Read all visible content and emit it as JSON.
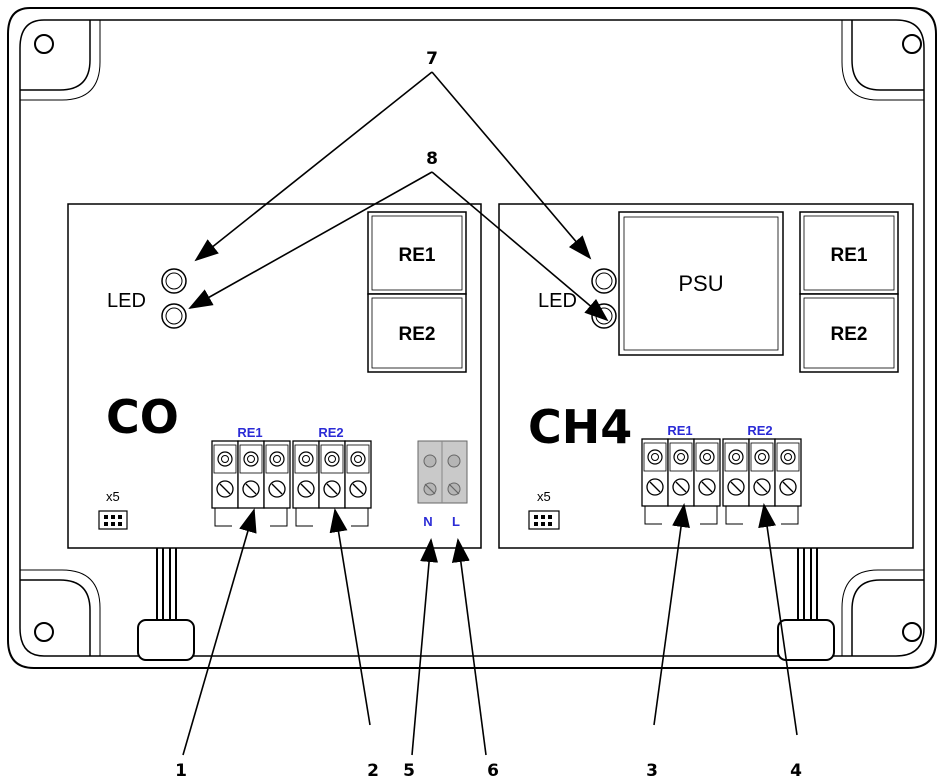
{
  "boards": {
    "left": {
      "title": "CO",
      "led_label": "LED",
      "relay_1": "RE1",
      "relay_2": "RE2",
      "terminal_group_1": "RE1",
      "terminal_group_2": "RE2",
      "power_n": "N",
      "power_l": "L",
      "jumper_label": "x5"
    },
    "right": {
      "title": "CH4",
      "led_label": "LED",
      "psu_label": "PSU",
      "relay_1": "RE1",
      "relay_2": "RE2",
      "terminal_group_1": "RE1",
      "terminal_group_2": "RE2",
      "jumper_label": "x5"
    }
  },
  "callouts": {
    "n1": "1",
    "n2": "2",
    "n3": "3",
    "n4": "4",
    "n5": "5",
    "n6": "6",
    "n7": "7",
    "n8": "8"
  },
  "colors": {
    "terminal_label": "#2b2bd6",
    "outline": "#000000",
    "power_block": "#c9c9c9"
  }
}
